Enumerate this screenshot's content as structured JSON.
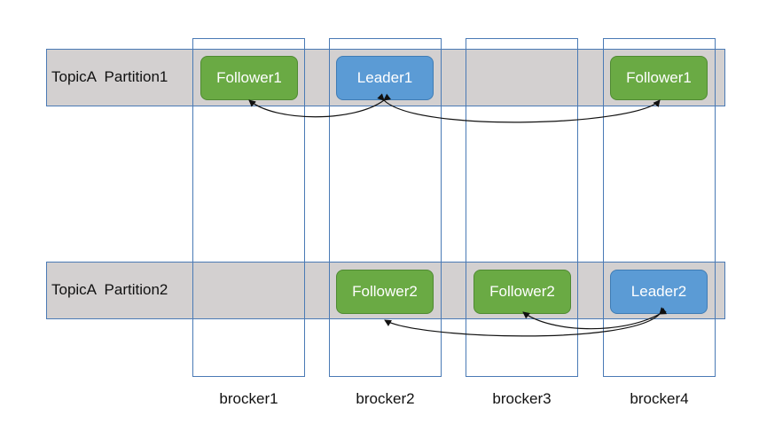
{
  "partitions": [
    {
      "label": "TopicA  Partition1"
    },
    {
      "label": "TopicA  Partition2"
    }
  ],
  "brokers": [
    "brocker1",
    "brocker2",
    "brocker3",
    "brocker4"
  ],
  "replicas": {
    "p1_b1": "Follower1",
    "p1_b2": "Leader1",
    "p1_b4": "Follower1",
    "p2_b2": "Follower2",
    "p2_b3": "Follower2",
    "p2_b4": "Leader2"
  },
  "colors": {
    "follower": "#6aaa44",
    "leader": "#5b9bd5",
    "band": "#d3d0d0",
    "outline": "#4a7ab5"
  }
}
